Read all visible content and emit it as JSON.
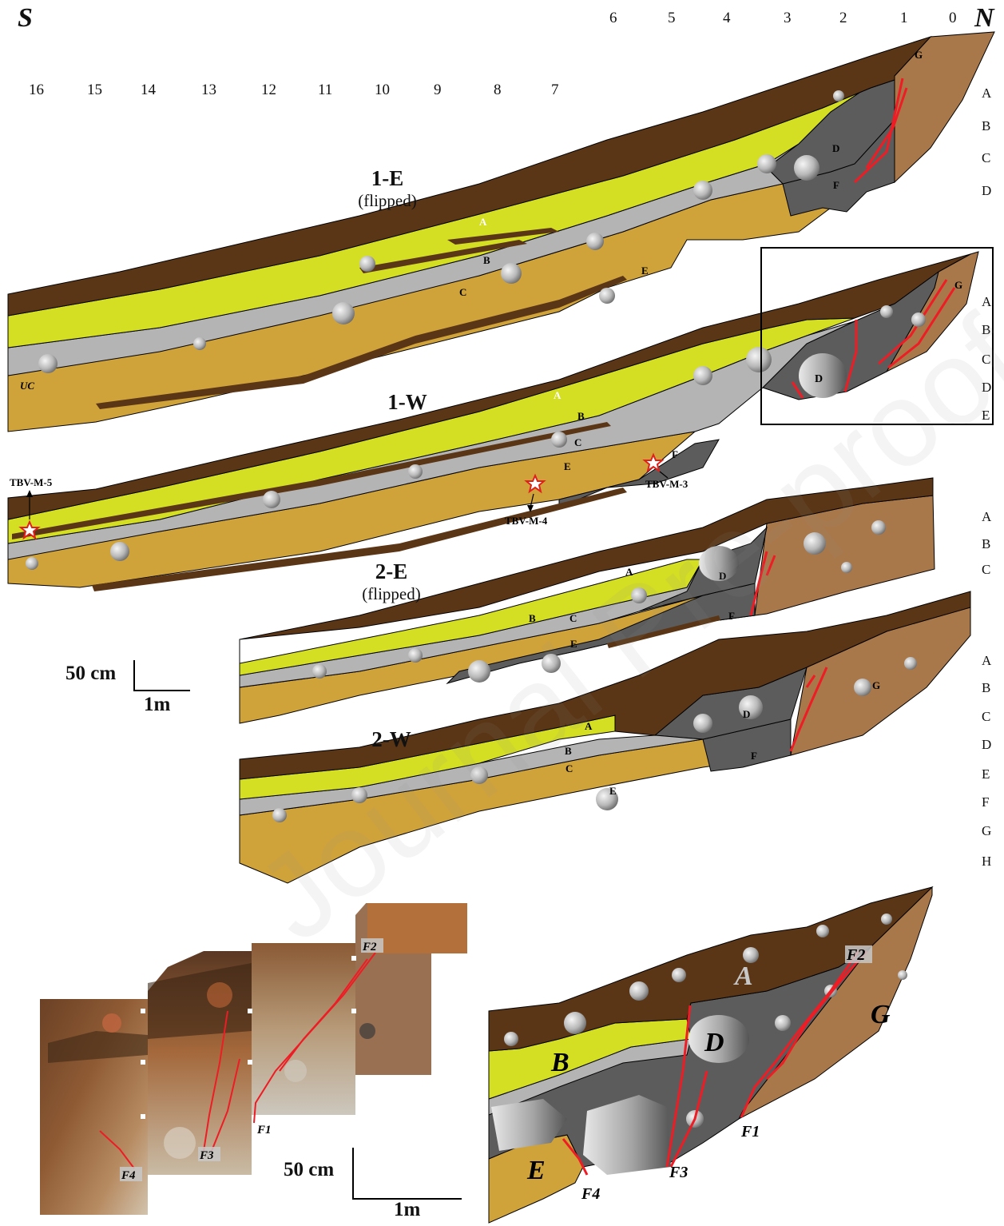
{
  "directions": {
    "south": "S",
    "north": "N"
  },
  "grid_top": [
    "6",
    "5",
    "4",
    "3",
    "2",
    "1",
    "0"
  ],
  "grid_second": [
    "16",
    "15",
    "14",
    "13",
    "12",
    "11",
    "10",
    "9",
    "8",
    "7"
  ],
  "row_labels_1": [
    "A",
    "B",
    "C",
    "D"
  ],
  "row_labels_2": [
    "A",
    "B",
    "C",
    "D",
    "E"
  ],
  "row_labels_3": [
    "A",
    "B",
    "C"
  ],
  "row_labels_4": [
    "A",
    "B",
    "C",
    "D",
    "E",
    "F",
    "G",
    "H"
  ],
  "sections": {
    "s1e": {
      "title": "1-E",
      "subtitle": "(flipped)"
    },
    "s1w": {
      "title": "1-W"
    },
    "s2e": {
      "title": "2-E",
      "subtitle": "(flipped)"
    },
    "s2w": {
      "title": "2-W"
    }
  },
  "unit_labels": {
    "a": "A",
    "b": "B",
    "c": "C",
    "d": "D",
    "e": "E",
    "f": "F",
    "g": "G",
    "uc": "UC"
  },
  "samples": [
    "TBV-M-5",
    "TBV-M-4",
    "TBV-M-3"
  ],
  "faults": [
    "F1",
    "F2",
    "F3",
    "F4"
  ],
  "scale_upper": {
    "vertical": "50 cm",
    "horizontal": "1m"
  },
  "scale_lower": {
    "vertical": "50 cm",
    "horizontal": "1m"
  },
  "watermark": "Journal Pre-proof",
  "colors": {
    "unit_a": "#5a3616",
    "unit_b": "#d4de23",
    "unit_c": "#b4b4b4",
    "unit_d": "#5c5c5c",
    "unit_e": "#d0a33a",
    "unit_g": "#a9784a",
    "fault": "#ee1c24"
  }
}
